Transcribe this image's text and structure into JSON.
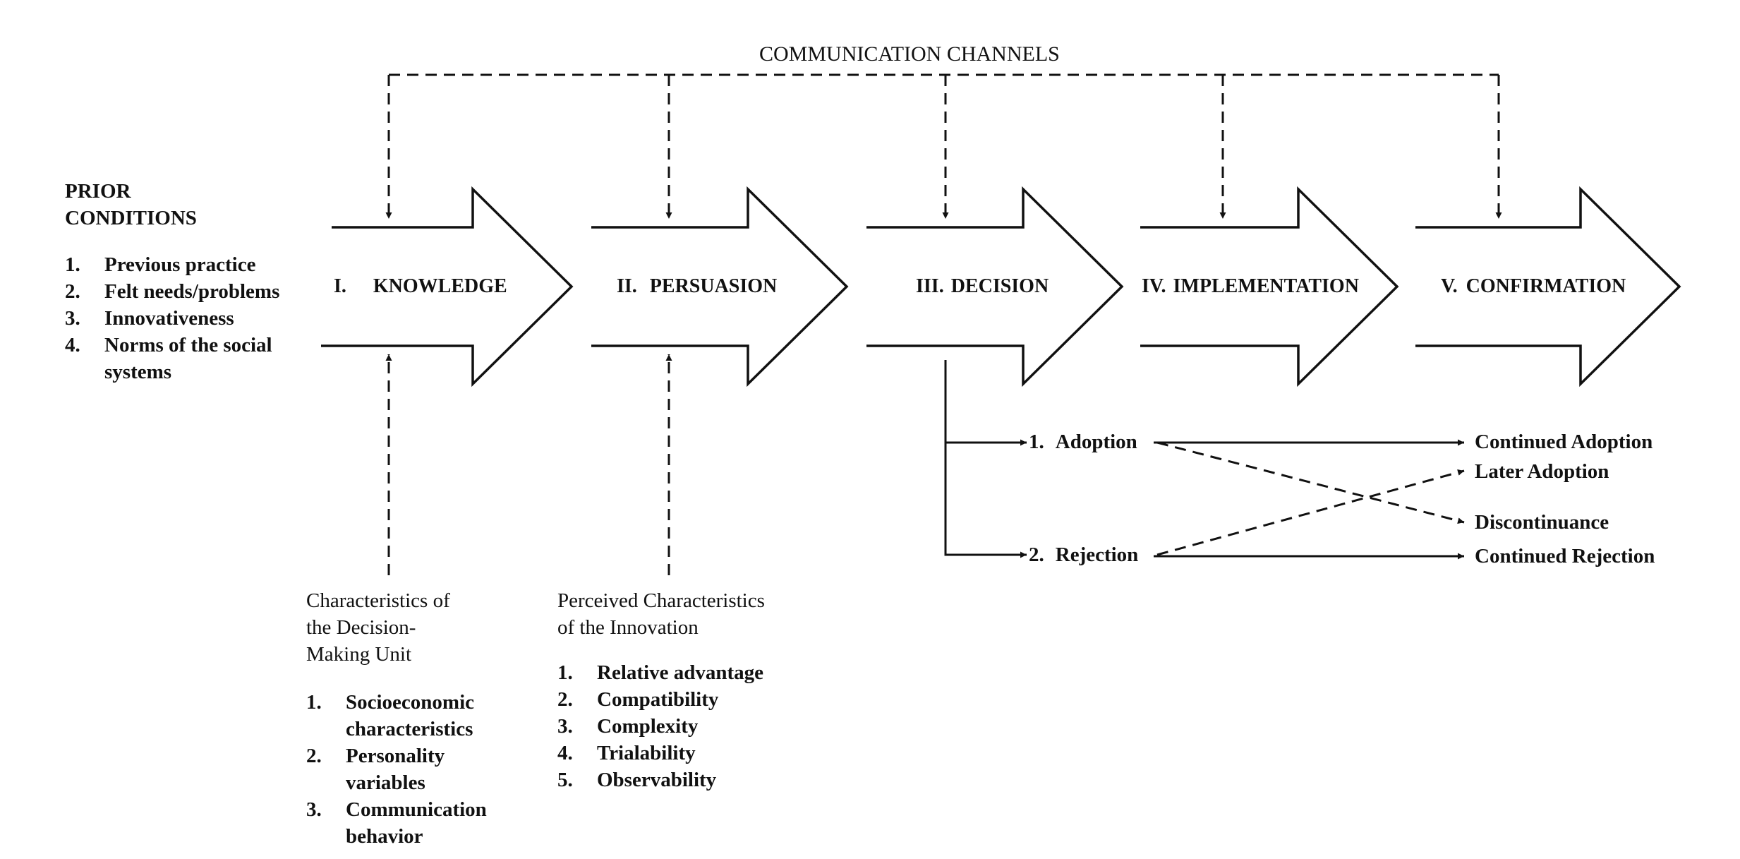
{
  "channels_label": "COMMUNICATION CHANNELS",
  "prior_conditions": {
    "title_line1": "PRIOR",
    "title_line2": "CONDITIONS",
    "items": [
      {
        "num": "1.",
        "lines": [
          "Previous practice"
        ]
      },
      {
        "num": "2.",
        "lines": [
          "Felt needs/problems"
        ]
      },
      {
        "num": "3.",
        "lines": [
          "Innovativeness"
        ]
      },
      {
        "num": "4.",
        "lines": [
          "Norms of the social",
          "systems"
        ]
      }
    ]
  },
  "stages": [
    {
      "numeral": "I.",
      "name": "KNOWLEDGE"
    },
    {
      "numeral": "II.",
      "name": "PERSUASION"
    },
    {
      "numeral": "III.",
      "name": "DECISION"
    },
    {
      "numeral": "IV.",
      "name": "IMPLEMENTATION"
    },
    {
      "numeral": "V.",
      "name": "CONFIRMATION"
    }
  ],
  "decision_unit": {
    "title_lines": [
      "Characteristics of",
      "the Decision-",
      "Making Unit"
    ],
    "items": [
      {
        "num": "1.",
        "lines": [
          "Socioeconomic",
          "characteristics"
        ]
      },
      {
        "num": "2.",
        "lines": [
          "Personality",
          "variables"
        ]
      },
      {
        "num": "3.",
        "lines": [
          "Communication",
          "behavior"
        ]
      }
    ]
  },
  "innovation": {
    "title_lines": [
      "Perceived Characteristics",
      "of the Innovation"
    ],
    "items": [
      {
        "num": "1.",
        "lines": [
          "Relative advantage"
        ]
      },
      {
        "num": "2.",
        "lines": [
          "Compatibility"
        ]
      },
      {
        "num": "3.",
        "lines": [
          "Complexity"
        ]
      },
      {
        "num": "4.",
        "lines": [
          "Trialability"
        ]
      },
      {
        "num": "5.",
        "lines": [
          "Observability"
        ]
      }
    ]
  },
  "decision_outcomes": {
    "adoption": {
      "num": "1.",
      "label": "Adoption"
    },
    "rejection": {
      "num": "2.",
      "label": "Rejection"
    }
  },
  "confirmation_outcomes": [
    "Continued Adoption",
    "Later Adoption",
    "Discontinuance",
    "Continued Rejection"
  ]
}
